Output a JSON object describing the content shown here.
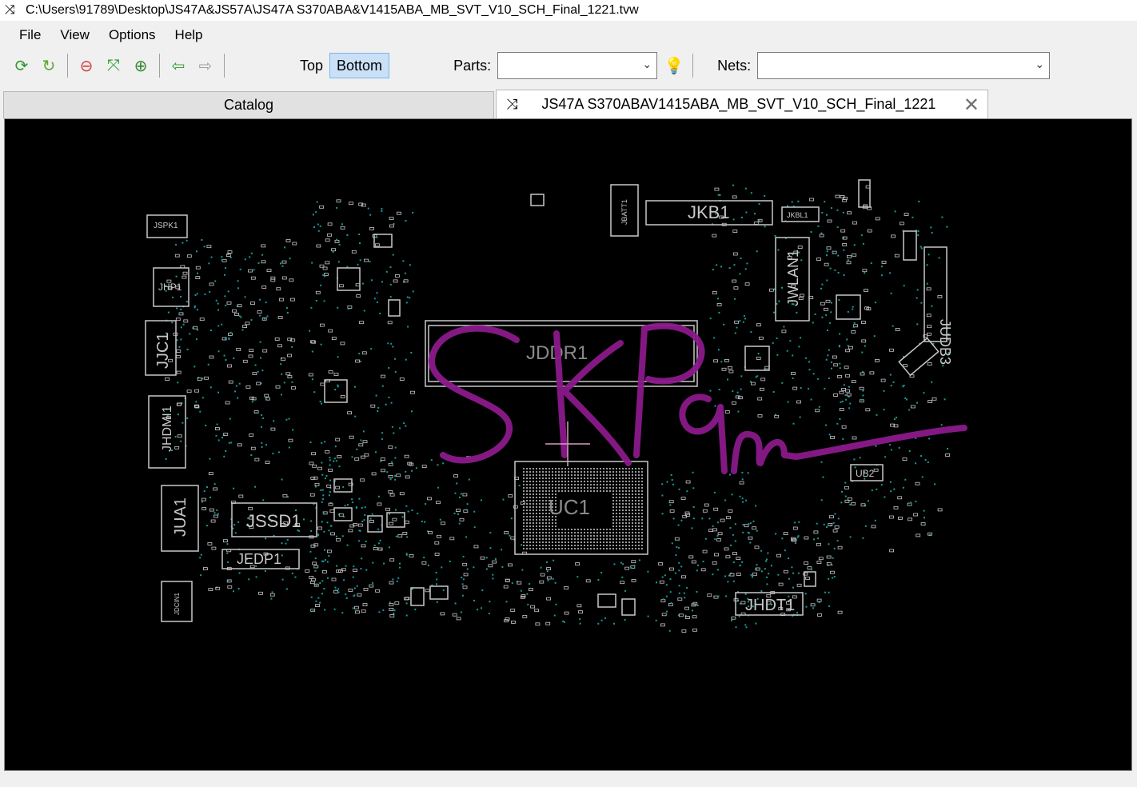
{
  "window": {
    "title": "C:\\Users\\91789\\Desktop\\JS47A&JS57A\\JS47A  S370ABA&V1415ABA_MB_SVT_V10_SCH_Final_1221.tvw",
    "icon": "shuffle-icon"
  },
  "menu": {
    "items": [
      "File",
      "View",
      "Options",
      "Help"
    ]
  },
  "toolbar": {
    "icons": [
      "reload-green-icon",
      "refresh-green-icon",
      "zoom-out-icon",
      "fit-icon",
      "zoom-in-icon",
      "back-arrow-icon",
      "forward-arrow-icon"
    ],
    "layer_top": "Top",
    "layer_bottom": "Bottom",
    "active_layer": "Bottom",
    "parts_label": "Parts:",
    "parts_value": "",
    "nets_label": "Nets:",
    "nets_value": "",
    "bulb_icon": "lightbulb-icon"
  },
  "tabs": {
    "catalog": "Catalog",
    "document": "JS47A  S370ABAV1415ABA_MB_SVT_V10_SCH_Final_1221",
    "close_icon": "close-icon"
  },
  "board": {
    "components": [
      {
        "id": "JSPK1",
        "label": "JSPK1"
      },
      {
        "id": "JHP1",
        "label": "JHP1"
      },
      {
        "id": "JJC1",
        "label": "JJC1"
      },
      {
        "id": "JHDMI1",
        "label": "JHDMI1"
      },
      {
        "id": "JUA1",
        "label": "JUA1"
      },
      {
        "id": "JSSD1",
        "label": "JSSD1"
      },
      {
        "id": "JEDP1",
        "label": "JEDP1"
      },
      {
        "id": "JDCIN1",
        "label": "JDCIN1"
      },
      {
        "id": "JDDR1",
        "label": "JDDR1"
      },
      {
        "id": "UC1",
        "label": "UC1"
      },
      {
        "id": "JKB1",
        "label": "JKB1"
      },
      {
        "id": "JBATT1",
        "label": "JBATT1"
      },
      {
        "id": "JKBL1",
        "label": "JKBL1"
      },
      {
        "id": "JWLAN1",
        "label": "JWLAN1"
      },
      {
        "id": "JUDB3",
        "label": "JUDB3"
      },
      {
        "id": "UB2",
        "label": "UB2"
      },
      {
        "id": "JHDT1",
        "label": "JHDT1"
      }
    ],
    "signature_text": "SKPam",
    "signature_color": "#8b1a8b",
    "outline_color": "#c8c8c8",
    "pad_color": "#1a9a9a"
  }
}
